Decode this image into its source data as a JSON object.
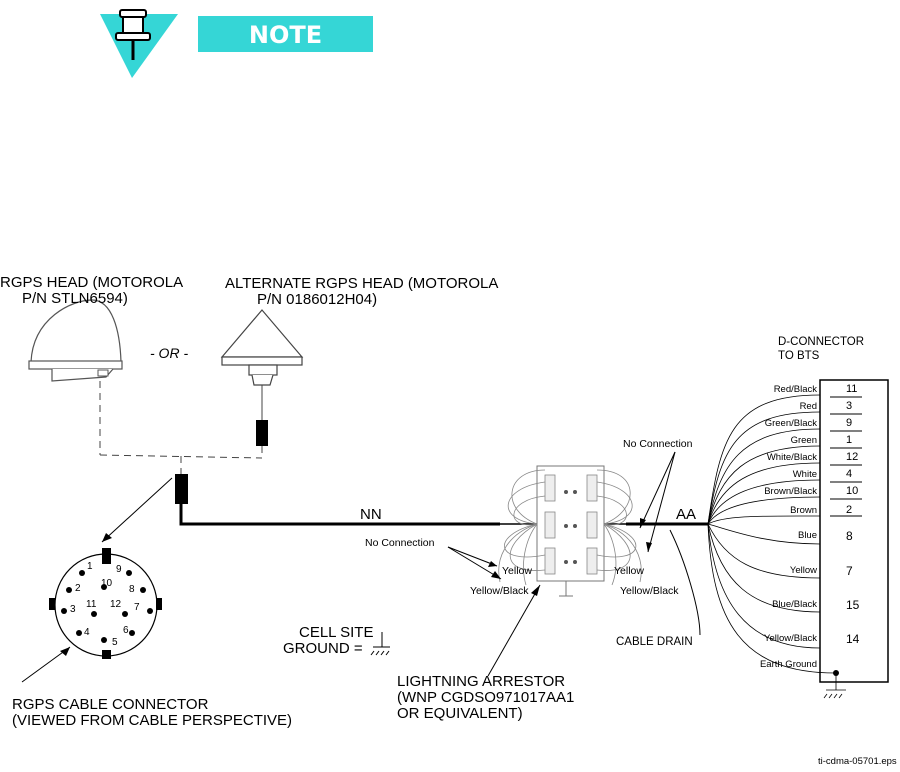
{
  "note": {
    "label": "NOTE"
  },
  "heads": {
    "primary": {
      "line1": "RGPS HEAD (MOTOROLA",
      "line2": "P/N STLN6594)"
    },
    "alternate": {
      "line1": "ALTERNATE RGPS HEAD (MOTOROLA",
      "line2": "P/N 0186012H04)"
    },
    "or_label": "- OR -"
  },
  "cable": {
    "nn_label": "NN",
    "aa_label": "AA"
  },
  "connector": {
    "line1": "RGPS CABLE CONNECTOR",
    "line2": "(VIEWED FROM CABLE PERSPECTIVE)",
    "pins": [
      "1",
      "9",
      "2",
      "10",
      "8",
      "3",
      "11",
      "12",
      "7",
      "4",
      "6",
      "5"
    ]
  },
  "ground": {
    "line1": "CELL SITE",
    "line2": "GROUND ="
  },
  "arrestor": {
    "line1": "LIGHTNING ARRESTOR",
    "line2": "(WNP CGDSO971017AA1",
    "line3": "OR EQUIVALENT)",
    "left_no_connection": "No Connection",
    "right_no_connection": "No Connection",
    "left_yellow": "Yellow",
    "left_yellow_black": "Yellow/Black",
    "right_yellow": "Yellow",
    "right_yellow_black": "Yellow/Black",
    "cable_drain": "CABLE DRAIN"
  },
  "dconnector": {
    "line1": "D-CONNECTOR",
    "line2": "TO BTS",
    "wires": [
      {
        "color": "Red/Black",
        "pin": "11"
      },
      {
        "color": "Red",
        "pin": "3"
      },
      {
        "color": "Green/Black",
        "pin": "9"
      },
      {
        "color": "Green",
        "pin": "1"
      },
      {
        "color": "White/Black",
        "pin": "12"
      },
      {
        "color": "White",
        "pin": "4"
      },
      {
        "color": "Brown/Black",
        "pin": "10"
      },
      {
        "color": "Brown",
        "pin": "2"
      },
      {
        "color": "Blue",
        "pin": "8"
      },
      {
        "color": "Yellow",
        "pin": "7"
      },
      {
        "color": "Blue/Black",
        "pin": "15"
      },
      {
        "color": "Yellow/Black",
        "pin": "14"
      },
      {
        "color": "Earth Ground",
        "pin": ""
      }
    ]
  },
  "footer": {
    "file_id": "ti-cdma-05701.eps"
  },
  "colors": {
    "note_banner": "#35d6d6",
    "note_icon": "#35d6d6"
  }
}
